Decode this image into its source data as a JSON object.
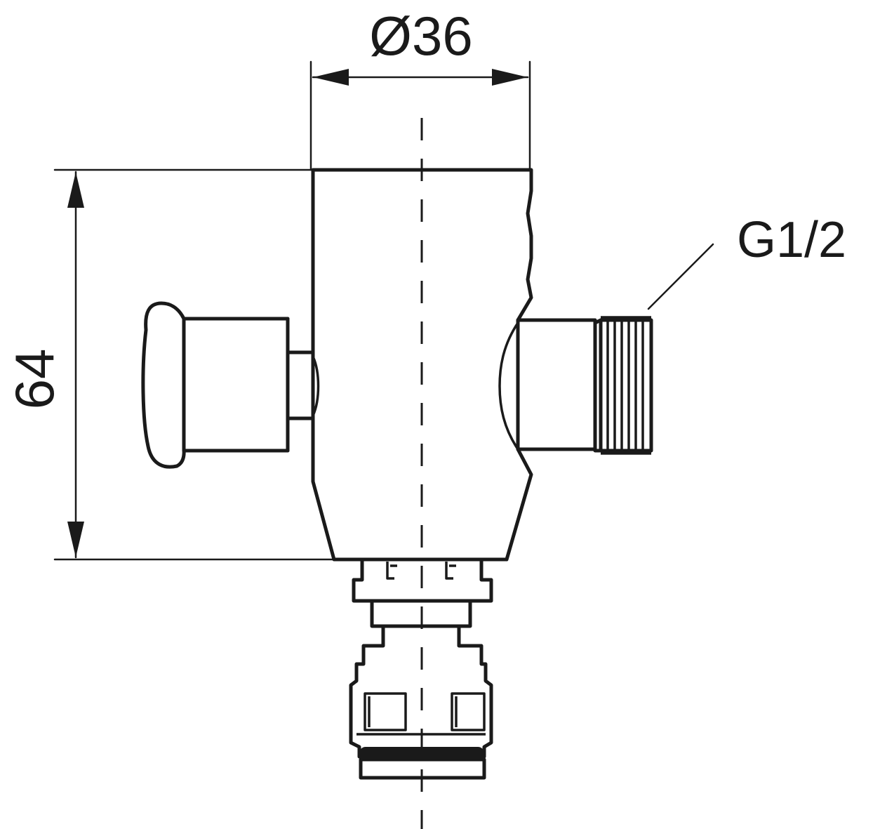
{
  "drawing": {
    "dimensions": {
      "diameter_label": "Ø36",
      "height_label": "64"
    },
    "callouts": {
      "thread_label": "G1/2"
    }
  }
}
